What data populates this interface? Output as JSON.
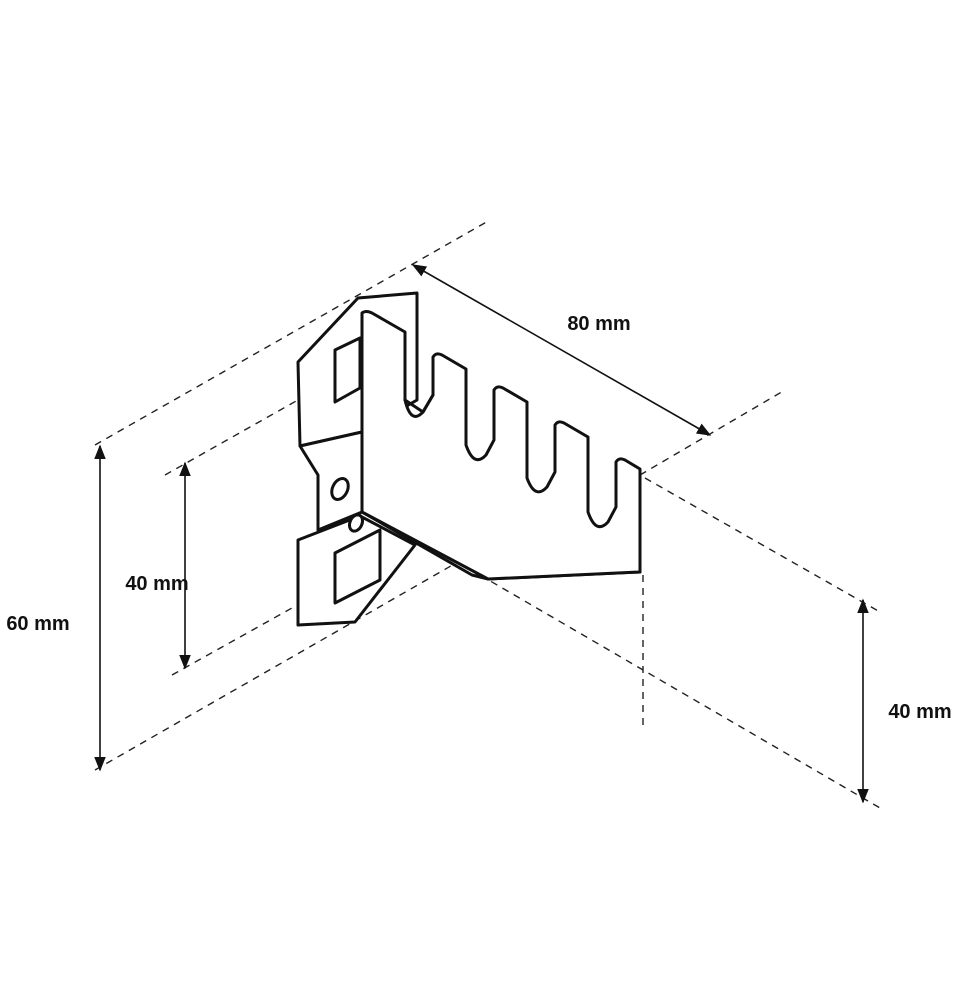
{
  "dimensions": {
    "length": "80 mm",
    "height_total": "60 mm",
    "height_plate": "40 mm",
    "height_hook": "40 mm"
  },
  "colors": {
    "line": "#111111",
    "background": "#ffffff"
  }
}
